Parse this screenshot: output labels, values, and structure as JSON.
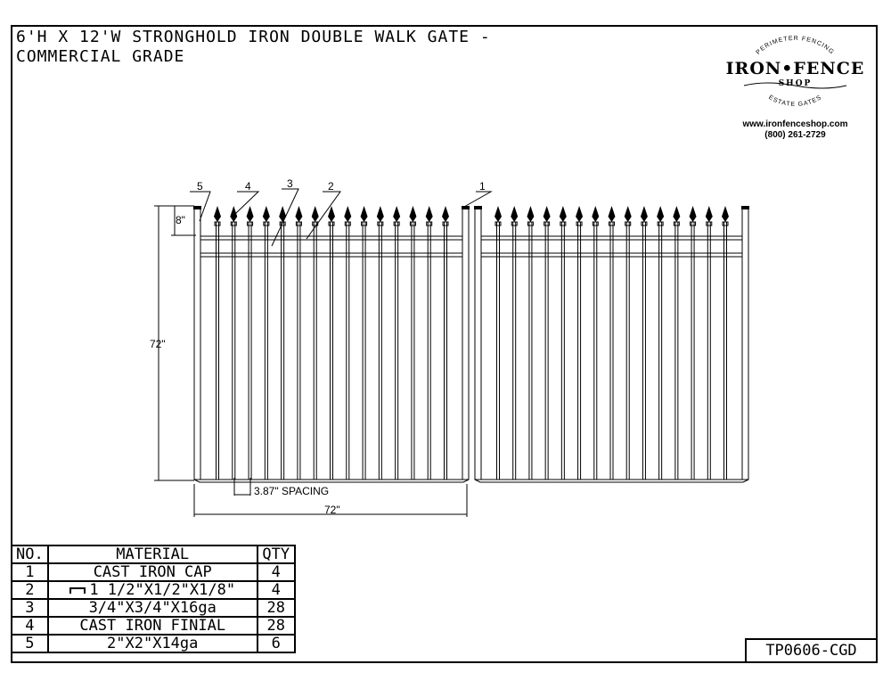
{
  "title_line1": "6'H X 12'W STRONGHOLD IRON DOUBLE WALK GATE -",
  "title_line2": "COMMERCIAL GRADE",
  "logo": {
    "arc_top": "PERIMETER FENCING",
    "main": "IRON•FENCE",
    "shop": "SHOP",
    "arc_bottom": "ESTATE GATES",
    "website": "www.ironfenceshop.com",
    "phone": "(800) 261-2729"
  },
  "callouts": [
    "5",
    "4",
    "3",
    "2",
    "1"
  ],
  "dims": {
    "finial_height": "8\"",
    "height": "72\"",
    "spacing": "3.87\" SPACING",
    "width": "72\""
  },
  "bom": {
    "headers": [
      "NO.",
      "MATERIAL",
      "QTY"
    ],
    "rows": [
      {
        "no": "1",
        "material": "CAST IRON CAP",
        "qty": "4"
      },
      {
        "no": "2",
        "material": "1 1/2\"X1/2\"X1/8\"",
        "qty": "4"
      },
      {
        "no": "3",
        "material": "3/4\"X3/4\"X16ga",
        "qty": "28"
      },
      {
        "no": "4",
        "material": "CAST IRON FINIAL",
        "qty": "28"
      },
      {
        "no": "5",
        "material": "2\"X2\"X14ga",
        "qty": "6"
      }
    ]
  },
  "drawing_code": "TP0606-CGD"
}
